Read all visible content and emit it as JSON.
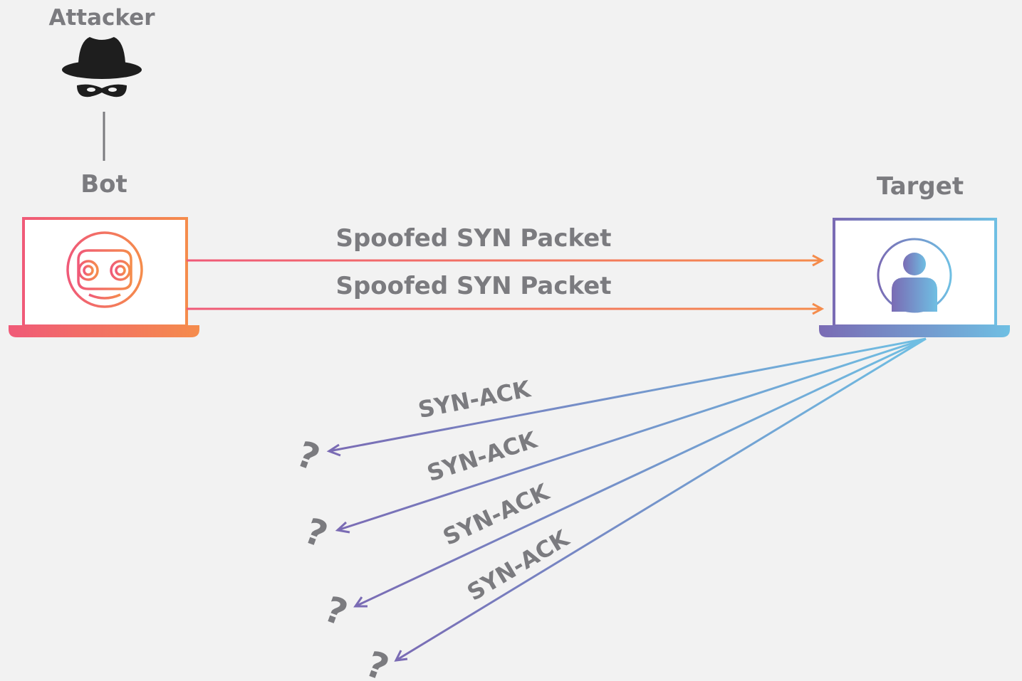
{
  "nodes": {
    "attacker": {
      "label": "Attacker",
      "icon": "spy-hat-icon"
    },
    "bot": {
      "label": "Bot",
      "icon": "robot-face-icon"
    },
    "target": {
      "label": "Target",
      "icon": "user-avatar-icon"
    }
  },
  "edges": {
    "syn": [
      {
        "label": "Spoofed SYN Packet"
      },
      {
        "label": "Spoofed SYN Packet"
      }
    ],
    "synack": [
      {
        "label": "SYN-ACK",
        "unknown_mark": "?"
      },
      {
        "label": "SYN-ACK",
        "unknown_mark": "?"
      },
      {
        "label": "SYN-ACK",
        "unknown_mark": "?"
      },
      {
        "label": "SYN-ACK",
        "unknown_mark": "?"
      }
    ]
  },
  "colors": {
    "background": "#f2f2f2",
    "label_gray": "#7b7b7f",
    "bot_gradient_start": "#f05a78",
    "bot_gradient_end": "#f58c4c",
    "target_gradient_start": "#7a6bb4",
    "target_gradient_end": "#6fbfe3",
    "icon_dark": "#1e1e1e"
  }
}
